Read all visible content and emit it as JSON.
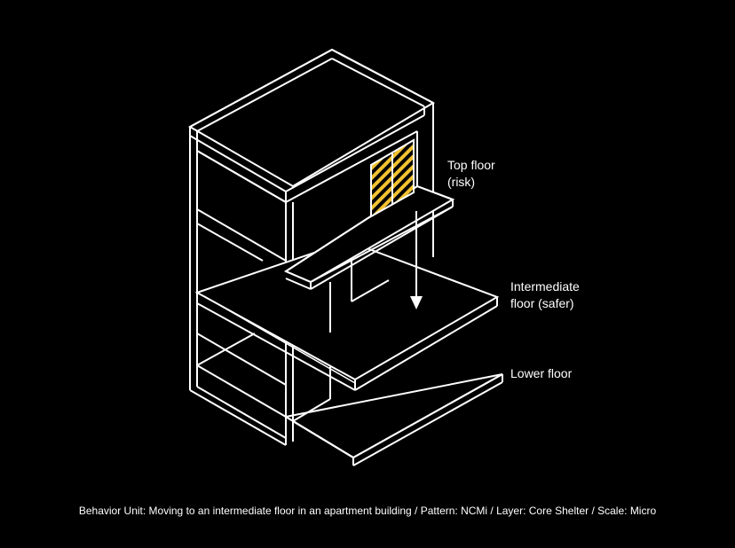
{
  "colors": {
    "background": "#000000",
    "line": "#ffffff",
    "hazard": "#f2c230"
  },
  "labels": {
    "top_floor": [
      "Top floor",
      "(risk)"
    ],
    "intermediate_floor": [
      "Intermediate",
      "floor (safer)"
    ],
    "lower_floor": "Lower floor"
  },
  "caption": "Behavior Unit: Moving to an intermediate floor in an apartment building / Pattern: NCMi / Layer: Core Shelter / Scale: Micro"
}
